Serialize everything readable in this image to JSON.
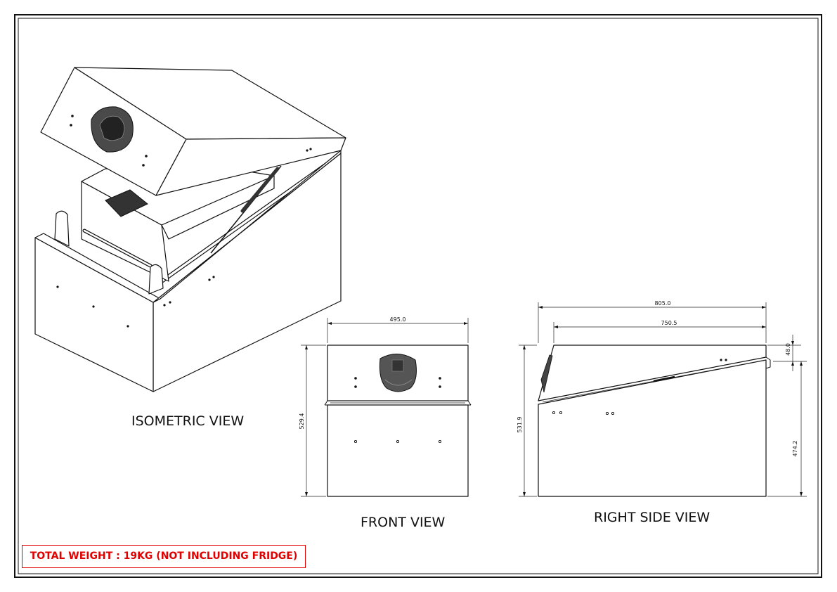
{
  "views": {
    "isometric": "ISOMETRIC VIEW",
    "front": "FRONT VIEW",
    "right_side": "RIGHT SIDE VIEW"
  },
  "dimensions": {
    "front_width": "495.0",
    "front_height": "529.4",
    "side_overall_length": "805.0",
    "side_inner_length": "750.5",
    "side_overall_height": "531.9",
    "side_rear_height": "474.2",
    "side_lid_offset": "48.0"
  },
  "note": "TOTAL WEIGHT : 19KG (NOT INCLUDING FRIDGE)",
  "colors": {
    "note": "#e00000",
    "line": "#111111",
    "latch": "#4a4a4a"
  },
  "icons": [
    "latch-icon",
    "strut-icon",
    "handle-icon"
  ]
}
